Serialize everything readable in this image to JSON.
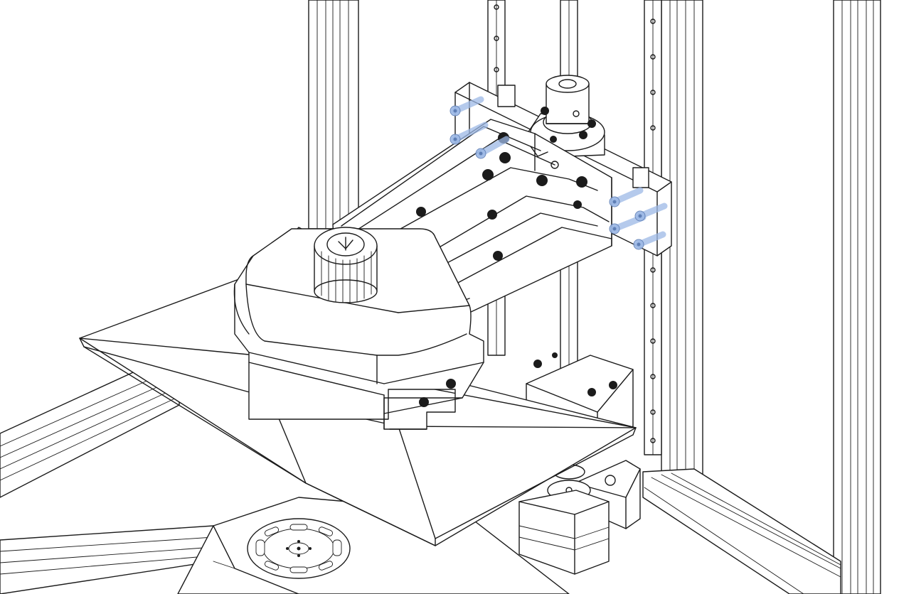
{
  "drawing": {
    "kind": "isometric line drawing",
    "line_color": "#1b1b1b",
    "background": "#ffffff",
    "highlight_color": "#9db9e6"
  },
  "parts": [
    "aluminium-extrusion-frame",
    "z-axis-rail",
    "z-carriage-bracket",
    "build-plate-arm",
    "build-plate",
    "tilt-knob",
    "lead-screw",
    "stepper-motor",
    "resin-vat-base",
    "screen-vent"
  ],
  "highlighted_parts": [
    "mounting-screws"
  ],
  "screw_count": 7,
  "knob_label": "",
  "text_labels": []
}
